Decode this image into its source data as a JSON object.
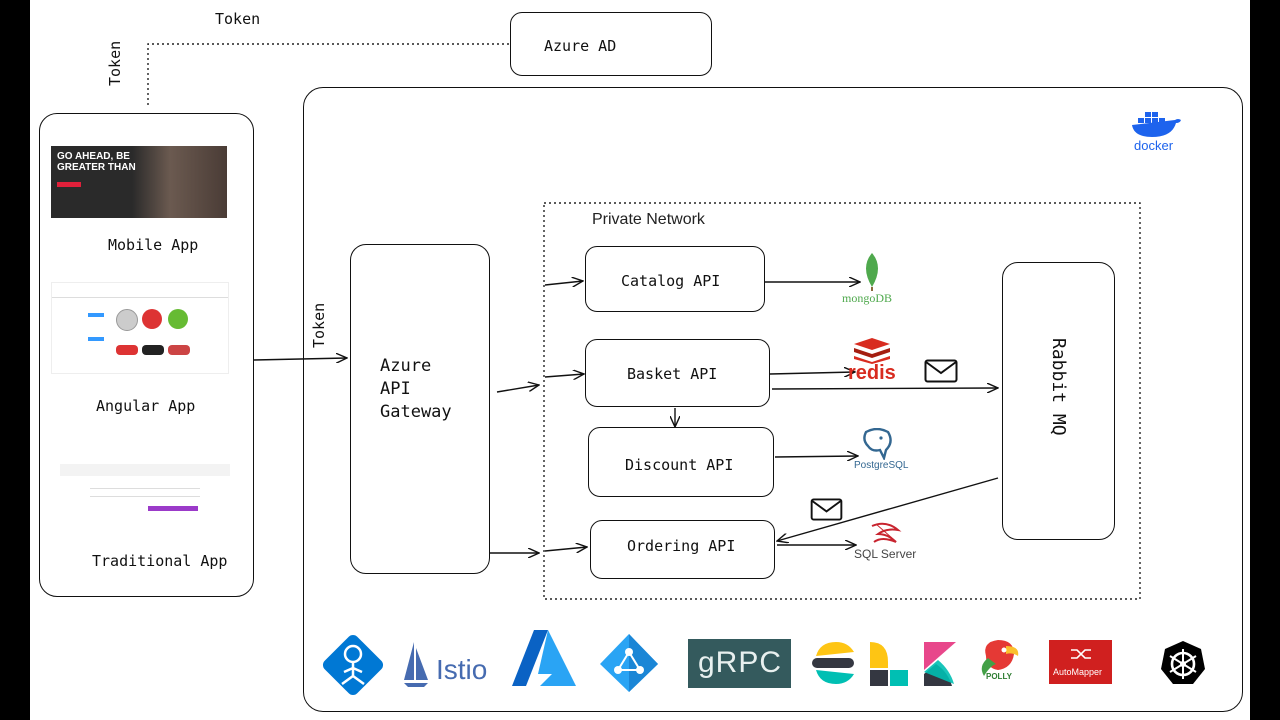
{
  "labels": {
    "token_top": "Token",
    "token_left_vertical": "Token",
    "token_gateway": "Token",
    "azure_ad": "Azure AD",
    "mobile_app": "Mobile App",
    "angular_app": "Angular App",
    "traditional_app": "Traditional App",
    "gateway_line1": "Azure",
    "gateway_line2": "API",
    "gateway_line3": "Gateway",
    "private_network": "Private Network",
    "catalog_api": "Catalog API",
    "basket_api": "Basket API",
    "discount_api": "Discount API",
    "ordering_api": "Ordering API",
    "rabbit_mq": "Rabbit MQ",
    "mongodb": "mongoDB",
    "redis": "redis",
    "postgresql": "PostgreSQL",
    "sql_server": "SQL Server",
    "docker": "docker"
  },
  "mobile_banner": {
    "headline_line1": "GO AHEAD, BE",
    "headline_line2": "GREATER THAN"
  },
  "logos": {
    "istio": "Istio",
    "grpc": "gRPC",
    "automapper": "AutoMapper",
    "polly": "POLLY"
  },
  "colors": {
    "azure_blue": "#0078d4",
    "grpc_bg": "#345a5d",
    "redis_red": "#d82c20",
    "mongo_green": "#4fa94d",
    "docker_blue": "#1d63ed",
    "automapper_red": "#d0201f",
    "kibana_pink": "#e8478b",
    "elastic_yellow": "#fec514",
    "elastic_teal": "#00bfb3"
  }
}
